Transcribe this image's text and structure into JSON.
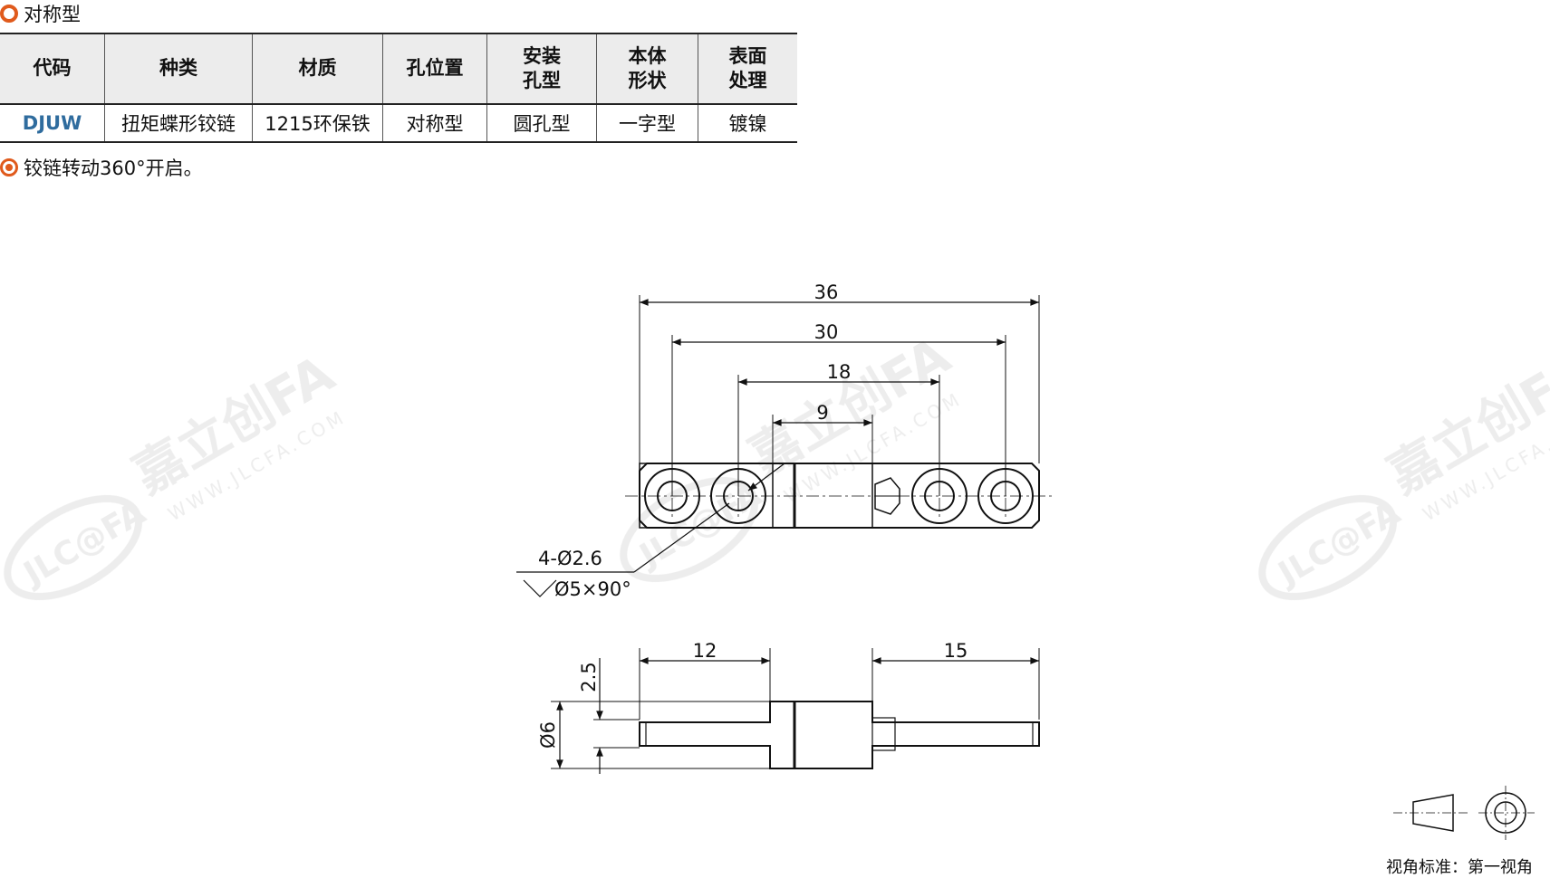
{
  "section_title": "对称型",
  "table": {
    "headers": [
      "代码",
      "种类",
      "材质",
      "孔位置",
      "安装\n孔型",
      "本体\n形状",
      "表面\n处理"
    ],
    "row": [
      "DJUW",
      "扭矩蝶形铰链",
      "1215环保铁",
      "对称型",
      "圆孔型",
      "一字型",
      "镀镍"
    ]
  },
  "note": "铰链转动360°开启。",
  "dimensions": {
    "d36": "36",
    "d30": "30",
    "d18": "18",
    "d9": "9",
    "hole_spec": "4-Ø2.6",
    "csk_spec": "Ø5×90°",
    "d12": "12",
    "d15": "15",
    "d2_5": "2.5",
    "dia6": "Ø6"
  },
  "watermark": {
    "brand_cn": "嘉立创FA",
    "site": "WWW.JLCFA.COM",
    "logo": "JLC@FA"
  },
  "view_standard": "视角标准：第一视角",
  "colors": {
    "accent": "#e05a1c",
    "code_blue": "#2f6c9e",
    "header_bg": "#ececec"
  }
}
